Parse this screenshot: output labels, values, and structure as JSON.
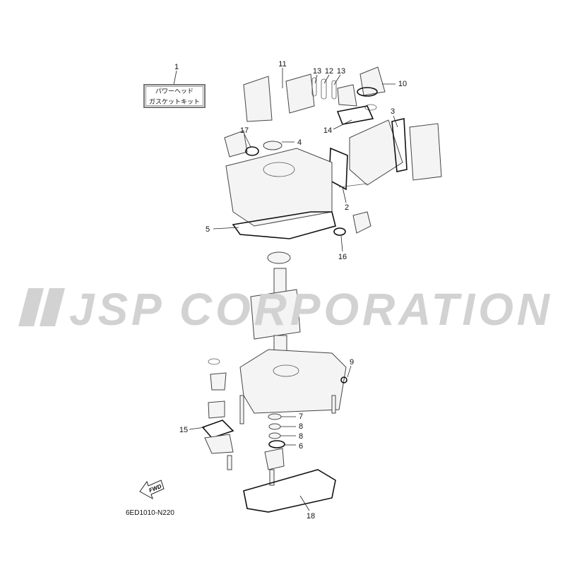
{
  "watermark": "JSP CORPORATION",
  "kit_box": {
    "line1": "パワーヘッド",
    "line2": "ガスケットキット"
  },
  "fwd_label": "FWD",
  "drawing_code": "6ED1010-N220",
  "callouts": {
    "c1": "1",
    "c2": "2",
    "c3": "3",
    "c4": "4",
    "c5": "5",
    "c6": "6",
    "c7": "7",
    "c8a": "8",
    "c8b": "8",
    "c9": "9",
    "c10": "10",
    "c11": "11",
    "c12": "12",
    "c13a": "13",
    "c13b": "13",
    "c14": "14",
    "c15": "15",
    "c16": "16",
    "c17": "17",
    "c18": "18"
  }
}
